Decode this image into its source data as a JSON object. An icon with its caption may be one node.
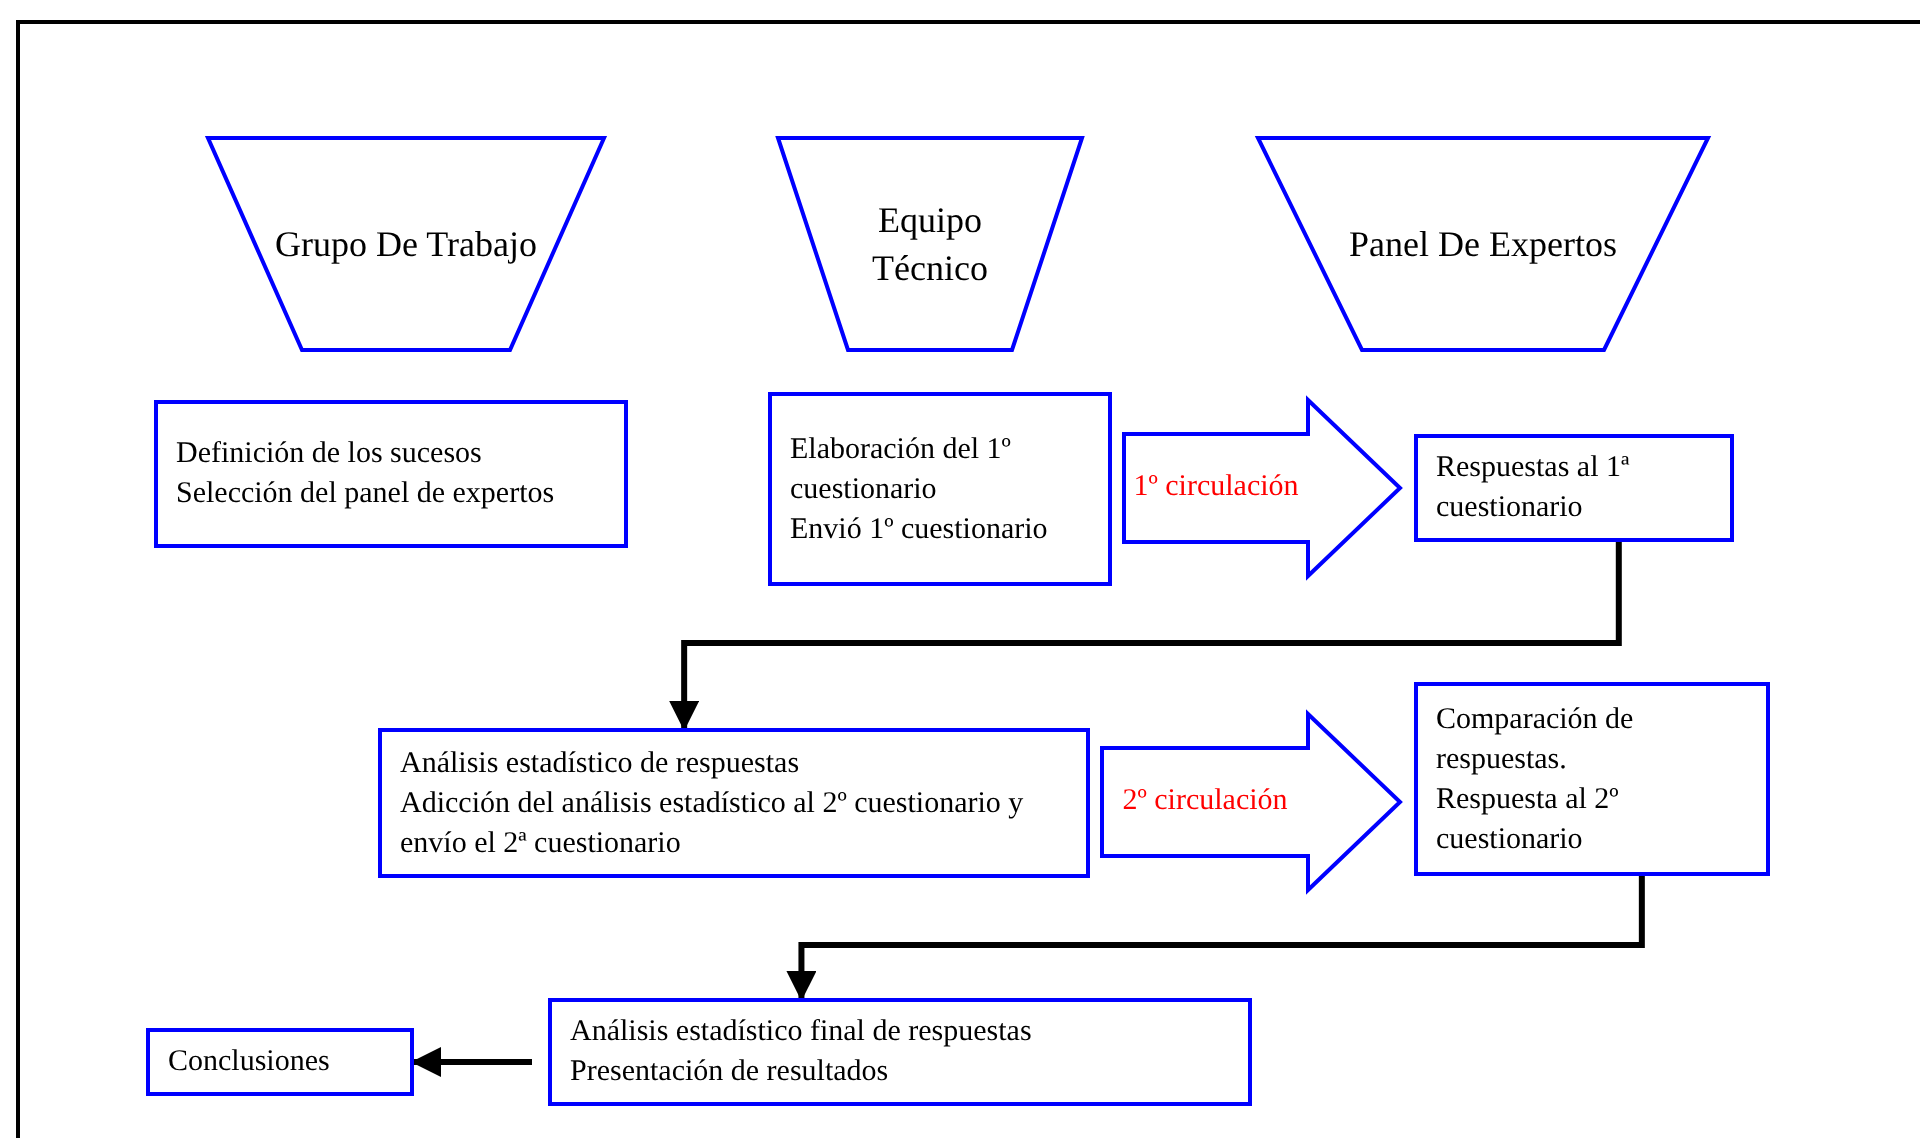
{
  "diagram": {
    "nodes": [
      {
        "text": [
          "Grupo De Trabajo"
        ]
      },
      {
        "text": [
          "Equipo Técnico"
        ]
      },
      {
        "text": [
          "Panel De Expertos"
        ]
      },
      {
        "text": [
          "Definición de los sucesos",
          "Selección del panel de expertos"
        ]
      },
      {
        "text": [
          "Elaboración del 1º cuestionario",
          "Envió 1º cuestionario"
        ]
      },
      {
        "text": [
          "Respuestas al 1ª cuestionario"
        ]
      },
      {
        "text": [
          "Análisis estadístico de respuestas",
          "Adicción del análisis estadístico al 2º cuestionario y envío el 2ª cuestionario"
        ]
      },
      {
        "text": [
          "Comparación de respuestas.",
          "Respuesta al 2º cuestionario"
        ]
      },
      {
        "text": [
          "Análisis estadístico final de respuestas",
          "Presentación de resultados"
        ]
      },
      {
        "text": [
          "Conclusiones"
        ]
      }
    ],
    "edges": [
      {
        "from": 4,
        "to": 5,
        "arrow": "to",
        "label": "1º circulación",
        "style": "thick",
        "color": "#0000ff"
      },
      {
        "from": 5,
        "to": 6,
        "arrow": "to"
      },
      {
        "from": 6,
        "to": 7,
        "arrow": "to",
        "label": "2º circulación",
        "style": "thick",
        "color": "#0000ff"
      },
      {
        "from": 7,
        "to": 8,
        "arrow": "to"
      },
      {
        "from": 8,
        "to": 9,
        "arrow": "to"
      }
    ]
  }
}
